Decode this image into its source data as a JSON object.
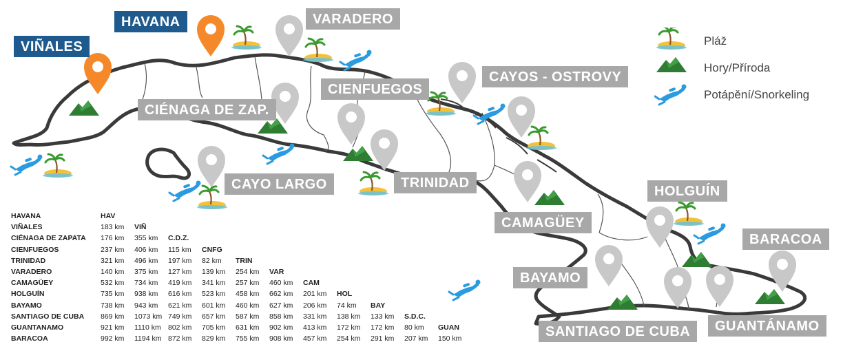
{
  "cities": [
    {
      "name": "HAVANA",
      "style": "blue"
    },
    {
      "name": "VIÑALES",
      "style": "blue"
    },
    {
      "name": "VARADERO",
      "style": "gray"
    },
    {
      "name": "CIENFUEGOS",
      "style": "gray"
    },
    {
      "name": "CAYOS - OSTROVY",
      "style": "gray"
    },
    {
      "name": "CIÉNAGA DE ZAP.",
      "style": "gray"
    },
    {
      "name": "CAYO LARGO",
      "style": "gray"
    },
    {
      "name": "TRINIDAD",
      "style": "gray"
    },
    {
      "name": "CAMAGÜEY",
      "style": "gray"
    },
    {
      "name": "HOLGUÍN",
      "style": "gray"
    },
    {
      "name": "BARACOA",
      "style": "gray"
    },
    {
      "name": "BAYAMO",
      "style": "gray"
    },
    {
      "name": "SANTIAGO DE CUBA",
      "style": "gray"
    },
    {
      "name": "GUANTÁNAMO",
      "style": "gray"
    }
  ],
  "legend": [
    {
      "icon": "beach-icon",
      "label": "Pláž"
    },
    {
      "icon": "mountain-icon",
      "label": "Hory/Příroda"
    },
    {
      "icon": "diver-icon",
      "label": "Potápění/Snorkeling"
    }
  ],
  "colors": {
    "gray_label": "#a8a8a8",
    "blue_label": "#1e5a8e",
    "pin_gray": "#c8c8c8",
    "pin_orange": "#f5892a",
    "outline": "#3a3a3a",
    "mountain": "#2e7d32",
    "diver": "#2a9be0",
    "sand": "#f3c23a"
  },
  "distances": {
    "rows": [
      {
        "name": "HAVANA",
        "abbr": "HAV",
        "values": []
      },
      {
        "name": "VIÑALES",
        "abbr": "VIÑ",
        "values": [
          "183 km"
        ]
      },
      {
        "name": "CIÉNAGA DE ZAPATA",
        "abbr": "C.D.Z.",
        "values": [
          "176 km",
          "355 km"
        ]
      },
      {
        "name": "CIENFUEGOS",
        "abbr": "CNFG",
        "values": [
          "237 km",
          "406 km",
          "115 km"
        ]
      },
      {
        "name": "TRINIDAD",
        "abbr": "TRIN",
        "values": [
          "321 km",
          "496 km",
          "197 km",
          "82 km"
        ]
      },
      {
        "name": "VARADERO",
        "abbr": "VAR",
        "values": [
          "140 km",
          "375 km",
          "127 km",
          "139 km",
          "254 km"
        ]
      },
      {
        "name": "CAMAGÜEY",
        "abbr": "CAM",
        "values": [
          "532 km",
          "734 km",
          "419 km",
          "341 km",
          "257 km",
          "460 km"
        ]
      },
      {
        "name": "HOLGUÍN",
        "abbr": "HOL",
        "values": [
          "735 km",
          "938 km",
          "616 km",
          "523 km",
          "458 km",
          "662 km",
          "201 km"
        ]
      },
      {
        "name": "BAYAMO",
        "abbr": "BAY",
        "values": [
          "738 km",
          "943 km",
          "621 km",
          "601 km",
          "460 km",
          "627 km",
          "206 km",
          "74 km"
        ]
      },
      {
        "name": "SANTIAGO DE CUBA",
        "abbr": "S.D.C.",
        "values": [
          "869 km",
          "1073 km",
          "749 km",
          "657 km",
          "587 km",
          "858 km",
          "331 km",
          "138 km",
          "133 km"
        ]
      },
      {
        "name": "GUANTANAMO",
        "abbr": "GUAN",
        "values": [
          "921 km",
          "1110 km",
          "802 km",
          "705 km",
          "631 km",
          "902 km",
          "413 km",
          "172 km",
          "172 km",
          "80 km"
        ]
      },
      {
        "name": "BARACOA",
        "abbr": "",
        "values": [
          "992 km",
          "1194 km",
          "872 km",
          "829 km",
          "755 km",
          "908 km",
          "457 km",
          "254 km",
          "291 km",
          "207 km",
          "150 km"
        ]
      }
    ]
  }
}
